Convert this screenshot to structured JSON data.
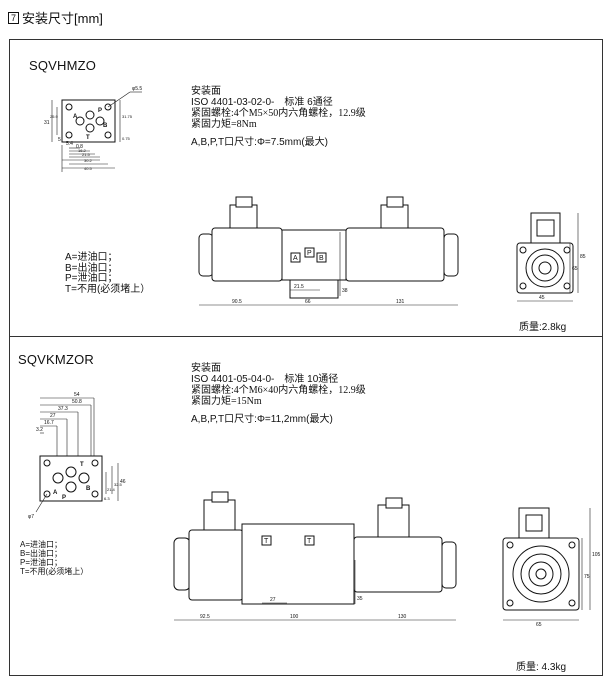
{
  "section": {
    "number": "7",
    "title": "安装尺寸[mm]"
  },
  "products": [
    {
      "model": "SQVHMZO",
      "info": {
        "surface_label": "安装面",
        "standard": "ISO 4401-03-02-0-　标准 6通径",
        "bolts": "紧固螺栓:4个M5×50内六角螺栓，12.9级",
        "torque": "紧固力矩=8Nm",
        "port_size": "A,B,P,T口尺寸:Φ=7.5mm(最大)"
      },
      "ports": [
        "A=进油口；",
        "B=出油口；",
        "P=泄油口；",
        "T=不用(必须堵上）"
      ],
      "weight": "质量:2.8kg",
      "dims": {
        "hole": "φ5.5",
        "d31": "31",
        "d25": "25.9",
        "d3175": "31.75",
        "d5": "5",
        "d54": "5.4",
        "d08": "0.8",
        "d075": "0.75",
        "d162": "16.2",
        "d215": "21.5",
        "d302": "30.2",
        "d405": "40.5",
        "len_left": "90.5",
        "len_mid": "66",
        "len_right": "131",
        "d215b": "21.5",
        "d38": "38",
        "h85": "85",
        "h65": "65",
        "w45": "45",
        "letters": [
          "A",
          "P",
          "B",
          "T"
        ]
      }
    },
    {
      "model": "SQVKMZOR",
      "info": {
        "surface_label": "安装面",
        "standard": "ISO 4401-05-04-0-　标准 10通径",
        "bolts": "紧固螺栓:4个M6×40内六角螺栓，12.9级",
        "torque": "紧固力矩=15Nm",
        "port_size": "A,B,P,T口尺寸:Φ=11,2mm(最大)"
      },
      "ports": [
        "A=进油口；",
        "B=出油口；",
        "P=泄油口；",
        "T=不用(必须堵上）"
      ],
      "weight": "质量: 4.3kg",
      "dims": {
        "d54": "54",
        "d508": "50.8",
        "d373": "37.3",
        "d27": "27",
        "d167": "16.7",
        "d32": "3.2",
        "hole": "φ7",
        "d46": "46",
        "d325": "32.5",
        "d214": "21.4",
        "d63": "6.3",
        "len_left": "92.5",
        "len_mid": "100",
        "len_right": "130",
        "d27b": "27",
        "d35": "35",
        "h105": "105",
        "h75": "75",
        "w65": "65",
        "letters": [
          "A",
          "P",
          "B",
          "T"
        ]
      }
    }
  ]
}
